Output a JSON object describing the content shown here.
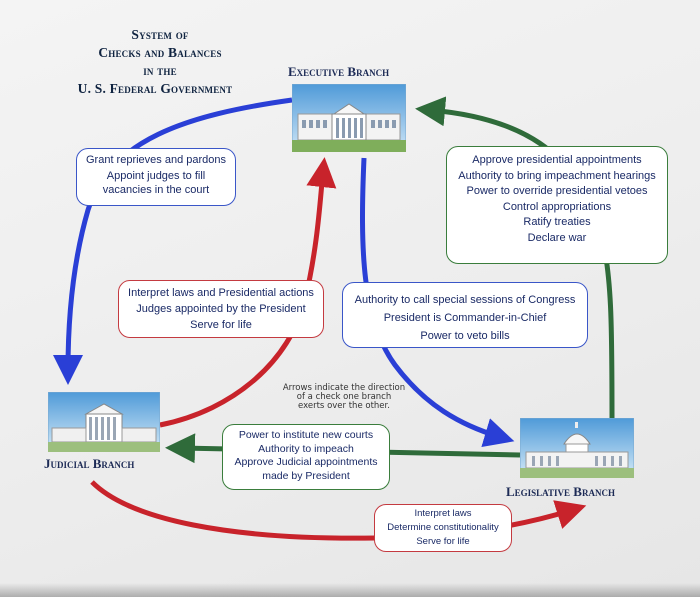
{
  "title": {
    "line1": "System of",
    "line2": "Checks and Balances",
    "line3": "in the",
    "line4": "U. S. Federal Government"
  },
  "branches": {
    "executive": "Executive Branch",
    "judicial": "Judicial Branch",
    "legislative": "Legislative Branch"
  },
  "boxes": {
    "exec_to_judicial": [
      "Grant reprieves and pardons",
      "Appoint judges to fill",
      "vacancies in the court"
    ],
    "leg_to_exec": [
      "Approve presidential appointments",
      "Authority to bring impeachment hearings",
      "Power to override presidential vetoes",
      "Control appropriations",
      "Ratify treaties",
      "Declare war"
    ],
    "judicial_to_exec": [
      "Interpret laws and Presidential actions",
      "Judges appointed by the President",
      "Serve for life"
    ],
    "exec_to_leg": [
      "Authority to call special sessions of Congress",
      "President is Commander-in-Chief",
      "Power to veto bills"
    ],
    "leg_to_judicial": [
      "Power to institute new courts",
      "Authority to impeach",
      "Approve Judicial appointments",
      "made by President"
    ],
    "judicial_to_leg": [
      "Interpret laws",
      "Determine constitutionality",
      "Serve for life"
    ]
  },
  "note": [
    "Arrows indicate the direction",
    "of a check one branch",
    "exerts over the other."
  ],
  "colors": {
    "blue_arrow": "#2a3fd6",
    "red_arrow": "#c8232b",
    "green_arrow": "#2f6b3a",
    "box_blue_border": "#3a56c8",
    "box_red_border": "#c43a40",
    "box_green_border": "#3a7d3c"
  },
  "icons": {
    "executive": "white-house-icon",
    "judicial": "supreme-court-icon",
    "legislative": "capitol-icon"
  }
}
